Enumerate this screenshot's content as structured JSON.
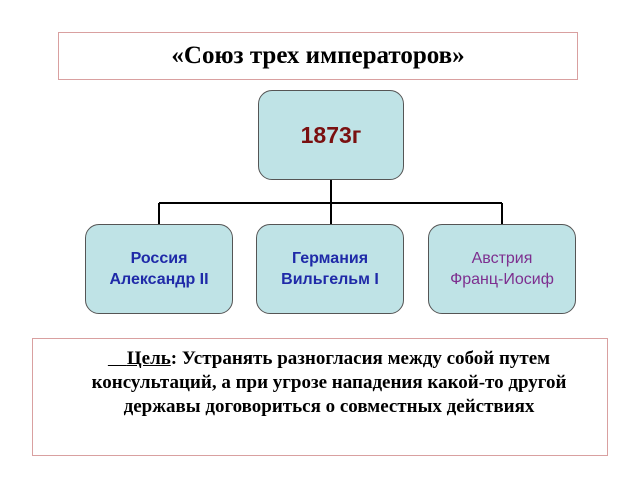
{
  "title": "«Союз трех императоров»",
  "year_node": {
    "label": "1873г"
  },
  "members": [
    {
      "country": "Россия",
      "ruler": "Александр II"
    },
    {
      "country": "Германия",
      "ruler": "Вильгельм I"
    },
    {
      "country": "Австрия",
      "ruler": "Франц-Иосиф"
    }
  ],
  "goal": {
    "label": "Цель",
    "text": ": Устранять разногласия между собой путем консультаций, а при угрозе нападения какой-то другой державы договориться о совместных действиях"
  },
  "colors": {
    "node_fill": "#bfe3e6",
    "year_text": "#7a1010",
    "russia_germany_text": "#1f2aa8",
    "austria_text": "#7d2f8f",
    "frame_border": "#d9a0a0"
  }
}
